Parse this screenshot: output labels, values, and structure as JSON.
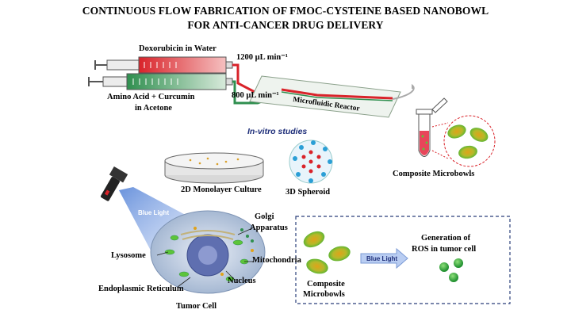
{
  "title": {
    "line1": "CONTINUOUS FLOW FABRICATION OF FMOC-CYSTEINE BASED NANOBOWL",
    "line2": "FOR ANTI-CANCER DRUG DELIVERY"
  },
  "flow": {
    "syringe_top": "Doxorubicin in Water",
    "syringe_bottom_1": "Amino Acid + Curcumin",
    "syringe_bottom_2": "in Acetone",
    "rate_top": "1200 µL min⁻¹",
    "rate_bottom": "800 µL min⁻¹",
    "reactor": "Microfluidic Reactor",
    "product": "Composite Microbowls"
  },
  "studies": {
    "heading": "In-vitro studies",
    "culture_2d": "2D Monolayer Culture",
    "spheroid_3d": "3D Spheroid"
  },
  "cell": {
    "blue_light": "Blue Light",
    "golgi_1": "Golgi",
    "golgi_2": "Apparatus",
    "lysosome": "Lysosome",
    "mitochondria": "Mitochondria",
    "nucleus": "Nucleus",
    "er": "Endoplasmic Reticulum",
    "tumor_cell": "Tumor Cell"
  },
  "ros_box": {
    "composite_1": "Composite",
    "composite_2": "Microbowls",
    "arrow": "Blue Light",
    "gen_1": "Generation of",
    "gen_2": "ROS in tumor cell"
  },
  "colors": {
    "red": "#d9232a",
    "green": "#2f8f4f",
    "bowl_green": "#5cc43a",
    "bowl_orange": "#e0a21a",
    "blue_light": "#4f7fd6",
    "dash_box": "#2b3f7a"
  }
}
